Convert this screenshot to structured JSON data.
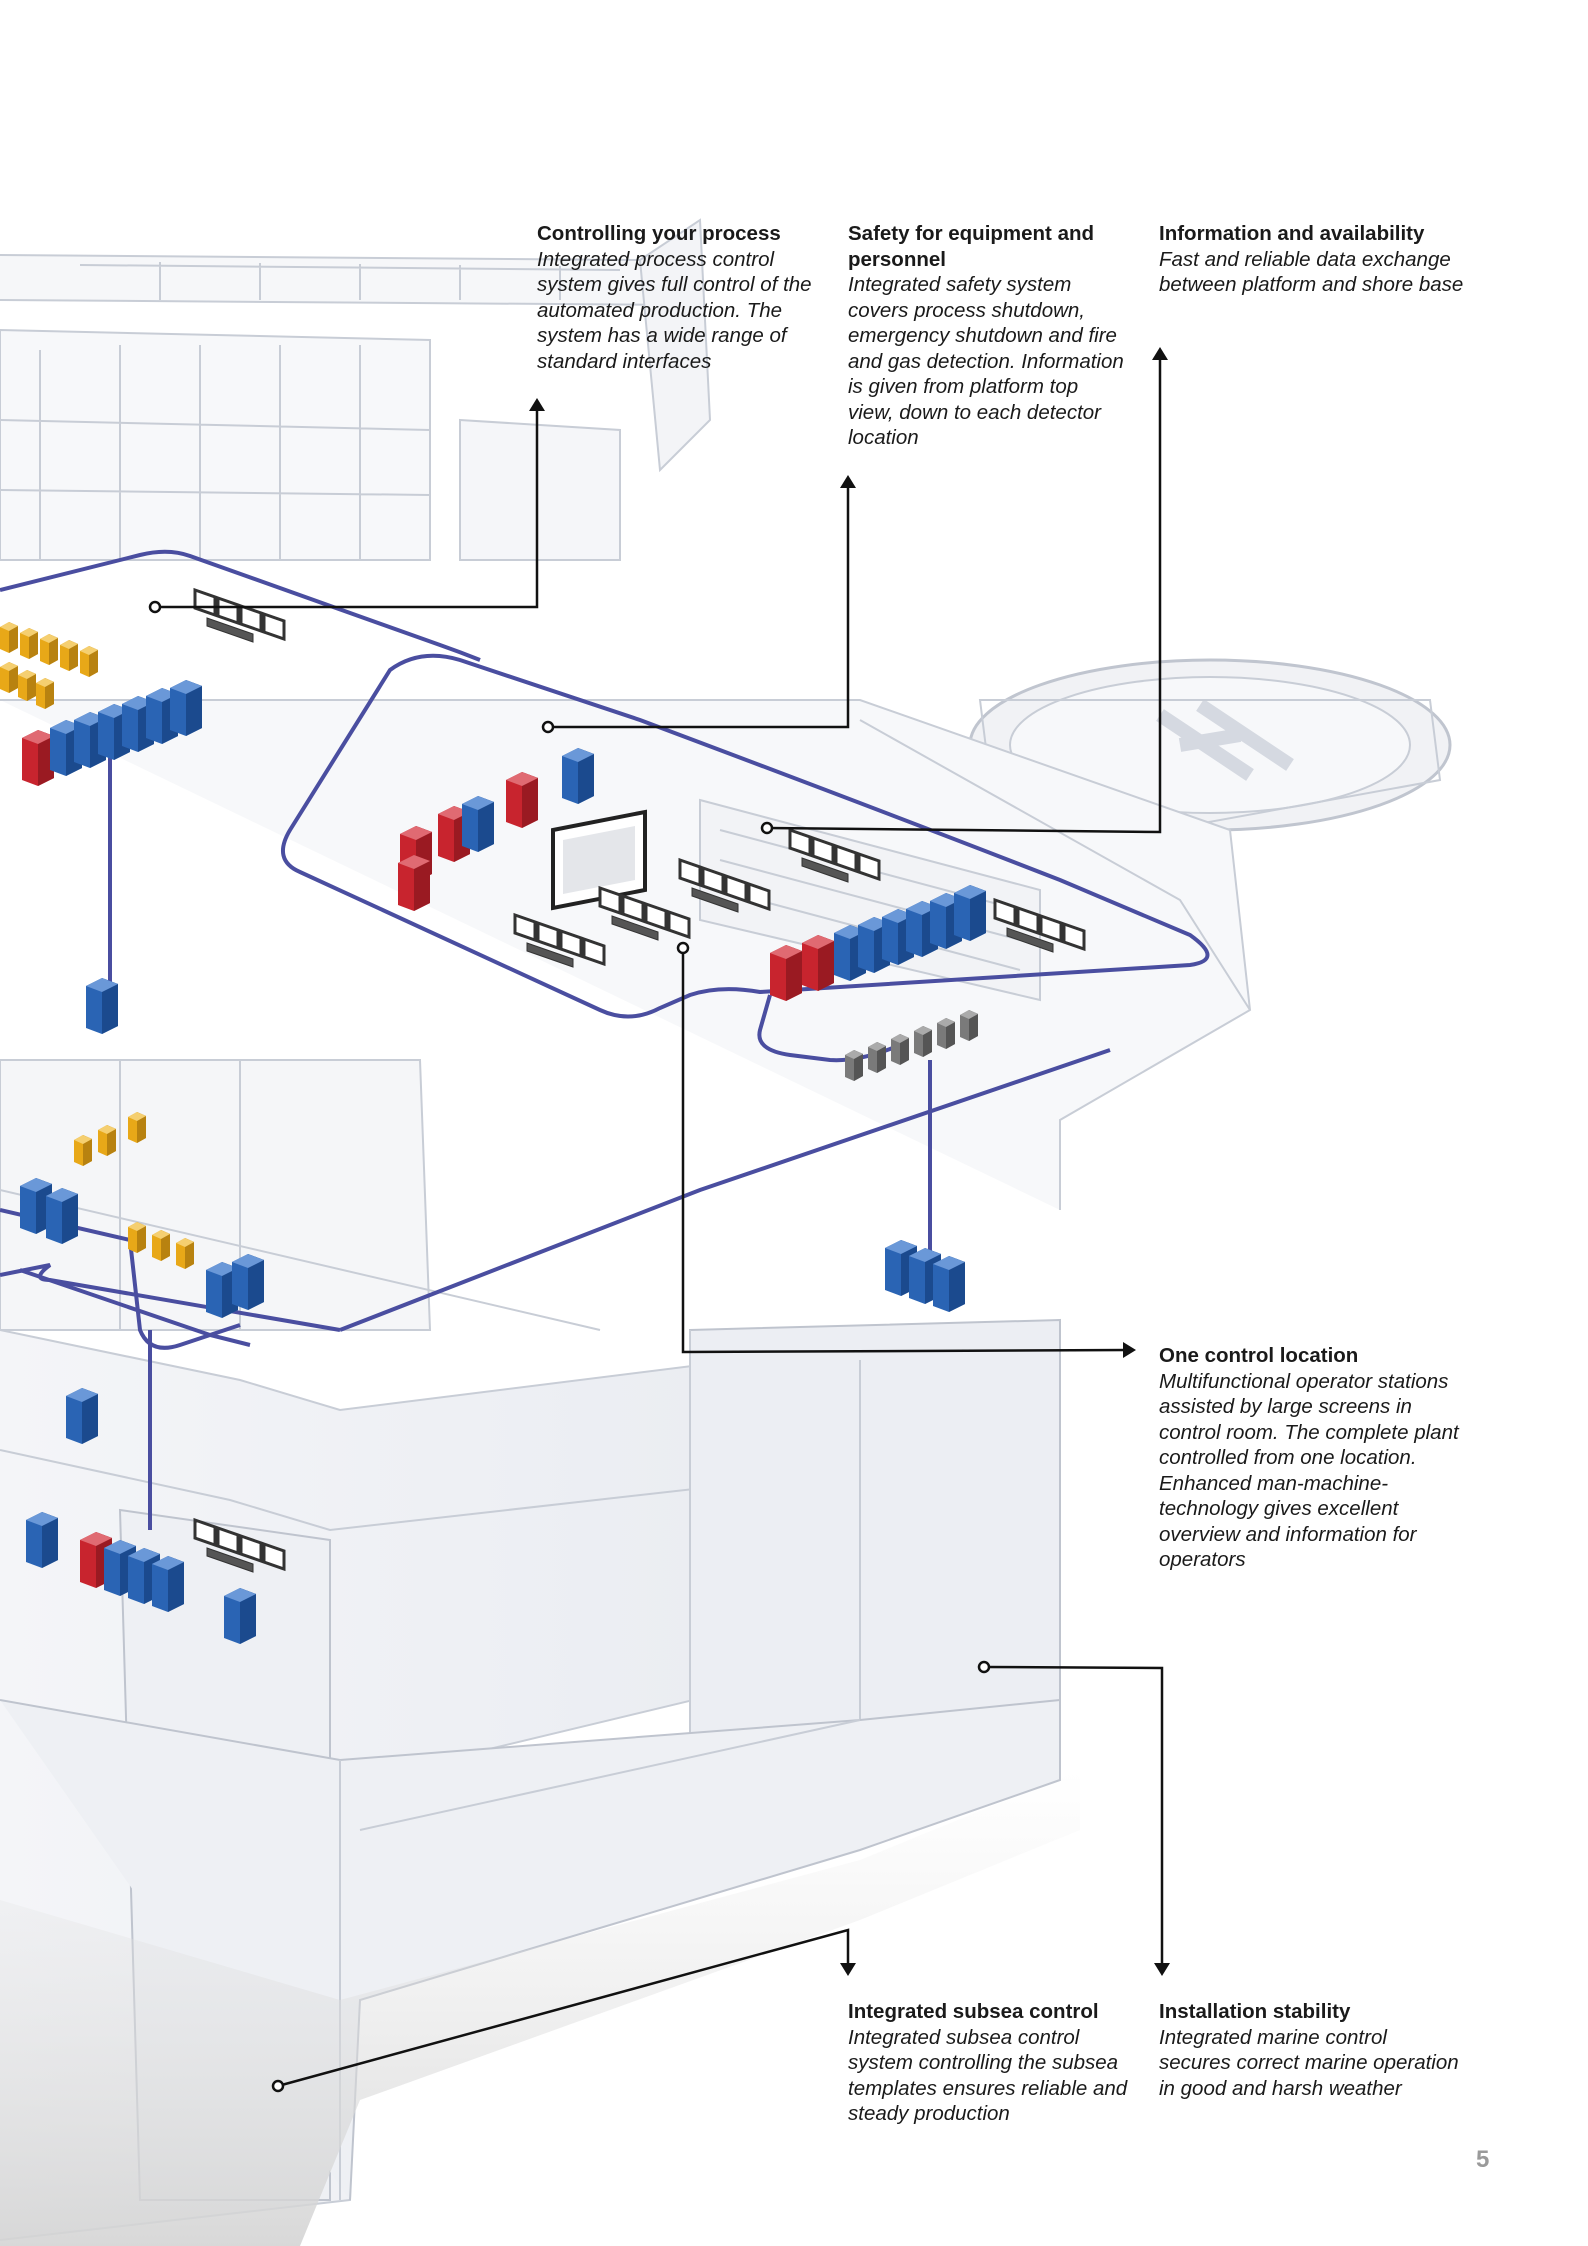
{
  "callouts": {
    "process": {
      "title": "Controlling your process",
      "description": "Integrated process control system gives full control of the automated production. The system has a wide range of standard interfaces"
    },
    "safety": {
      "title": "Safety for equipment and personnel",
      "description": "Integrated safety system covers process shutdown, emergency shutdown and fire and gas detection. Information is given from platform top view, down to each detector location"
    },
    "information": {
      "title": "Information and availability",
      "description": "Fast and reliable data exchange between platform and shore base"
    },
    "control_location": {
      "title": "One control location",
      "description": "Multifunctional operator stations assisted by large screens in control room. The complete plant controlled from one location. Enhanced man-machine-technology gives excellent overview and information for operators"
    },
    "subsea": {
      "title": "Integrated subsea control",
      "description": "Integrated subsea control system controlling the subsea templates ensures reliable and steady production"
    },
    "stability": {
      "title": "Installation stability",
      "description": "Integrated marine control secures correct marine operation in good and harsh weather"
    }
  },
  "page_number": "5",
  "colors": {
    "network_line": "#4a4ea0",
    "cabinet_blue": "#2a64b4",
    "cabinet_red": "#c8242e",
    "cabinet_yellow": "#e8a818",
    "cabinet_grey": "#707070",
    "leader_line": "#111111",
    "platform_outline": "#c8cdd6",
    "page_number": "#9a9a9a"
  }
}
